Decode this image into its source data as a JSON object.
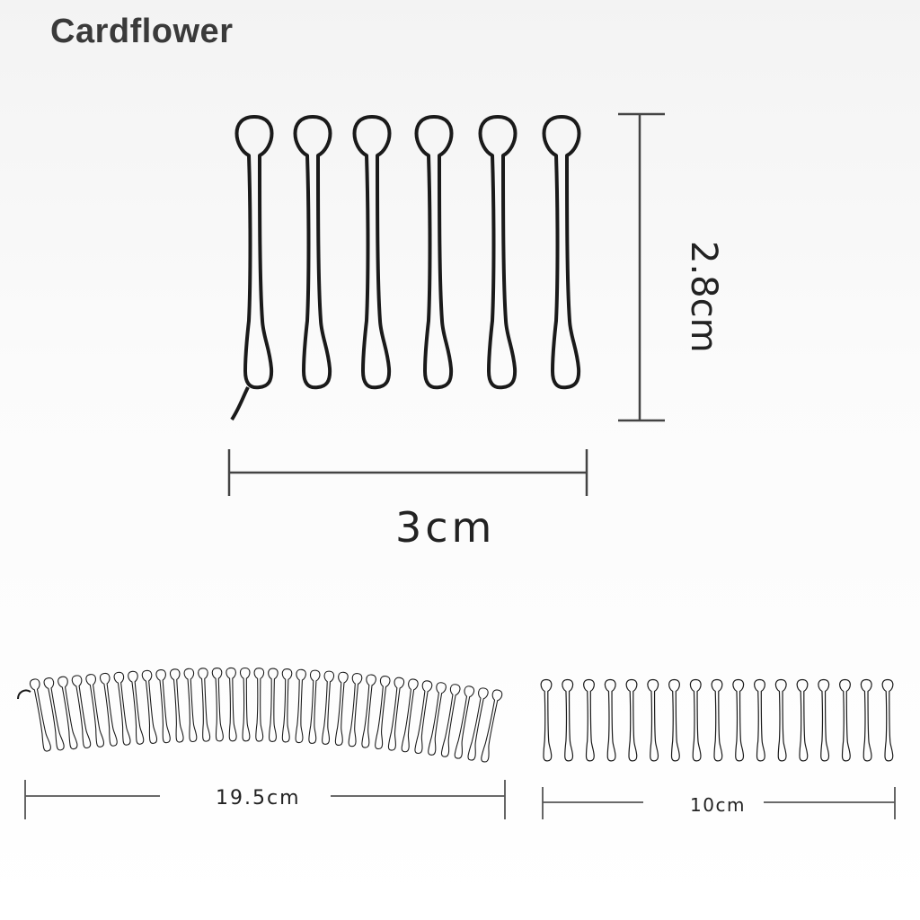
{
  "brand": {
    "name": "Cardflower"
  },
  "measurements": {
    "height_label": "2.8cm",
    "width_label": "3cm",
    "long_strip_label": "19.5cm",
    "short_strip_label": "10cm"
  },
  "product": {
    "teeth_in_closeup": 6,
    "teeth_in_long_strip": 34,
    "teeth_in_short_strip": 17
  }
}
